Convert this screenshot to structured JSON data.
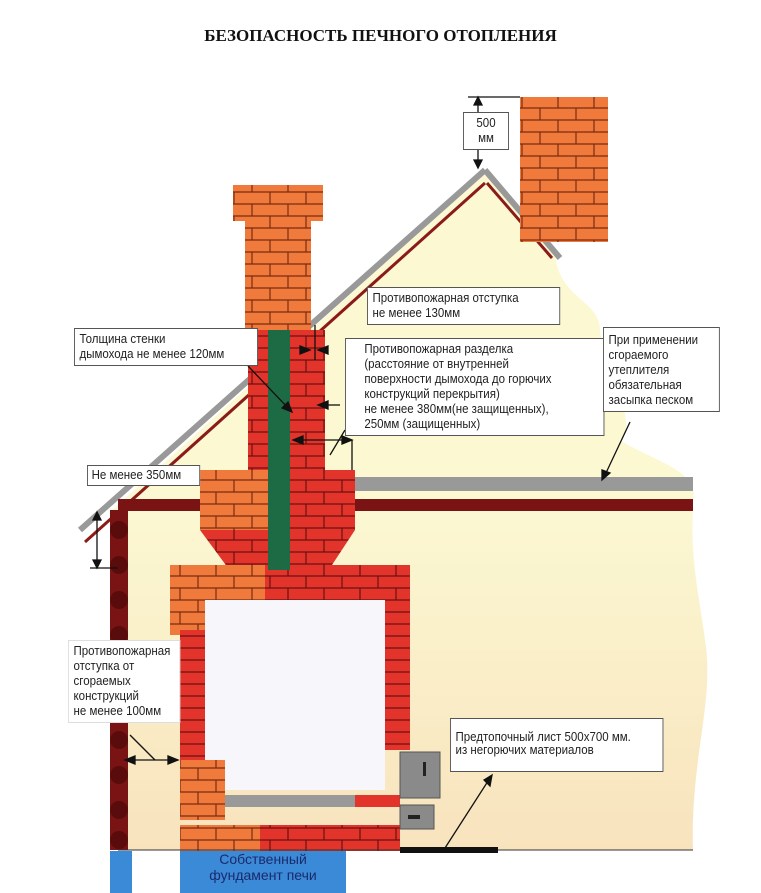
{
  "title": "БЕЗОПАСНОСТЬ ПЕЧНОГО ОТОПЛЕНИЯ",
  "labels": {
    "height_above_roof": [
      "500",
      "мм"
    ],
    "setback_130": [
      "Противопожарная отступка",
      "не менее 130мм"
    ],
    "wall_thickness": [
      "Толщина стенки",
      "дымохода не менее 120мм"
    ],
    "razdelka": [
      "Противопожарная разделка",
      "(расстояние от внутренней",
      "поверхности дымохода до горючих",
      "конструкций перекрытия)",
      "не менее 380мм(не защищенных),",
      "250мм (защищенных)"
    ],
    "insulation": [
      "При применении",
      "сгораемого",
      "утеплителя",
      "обязательная",
      "засыпка песком"
    ],
    "min_350": [
      "Не менее 350мм"
    ],
    "setback_100": [
      "Противопожарная",
      "отступка от",
      "сгораемых",
      "конструкций",
      "не менее 100мм"
    ],
    "pre_furnace_sheet": [
      "Предтопочный лист 500х700 мм.",
      "из негорючих материалов"
    ],
    "foundation": [
      "Собственный",
      "фундамент печи"
    ]
  },
  "colors": {
    "brick_red": "#e2342a",
    "brick_orange": "#ef7a3c",
    "flue_green": "#1d6b45",
    "foundation_blue": "#3b8ad8",
    "wall_light": "#fbf8d2",
    "wall_peach": "#f8e3bd",
    "log_dark": "#7a1414"
  }
}
